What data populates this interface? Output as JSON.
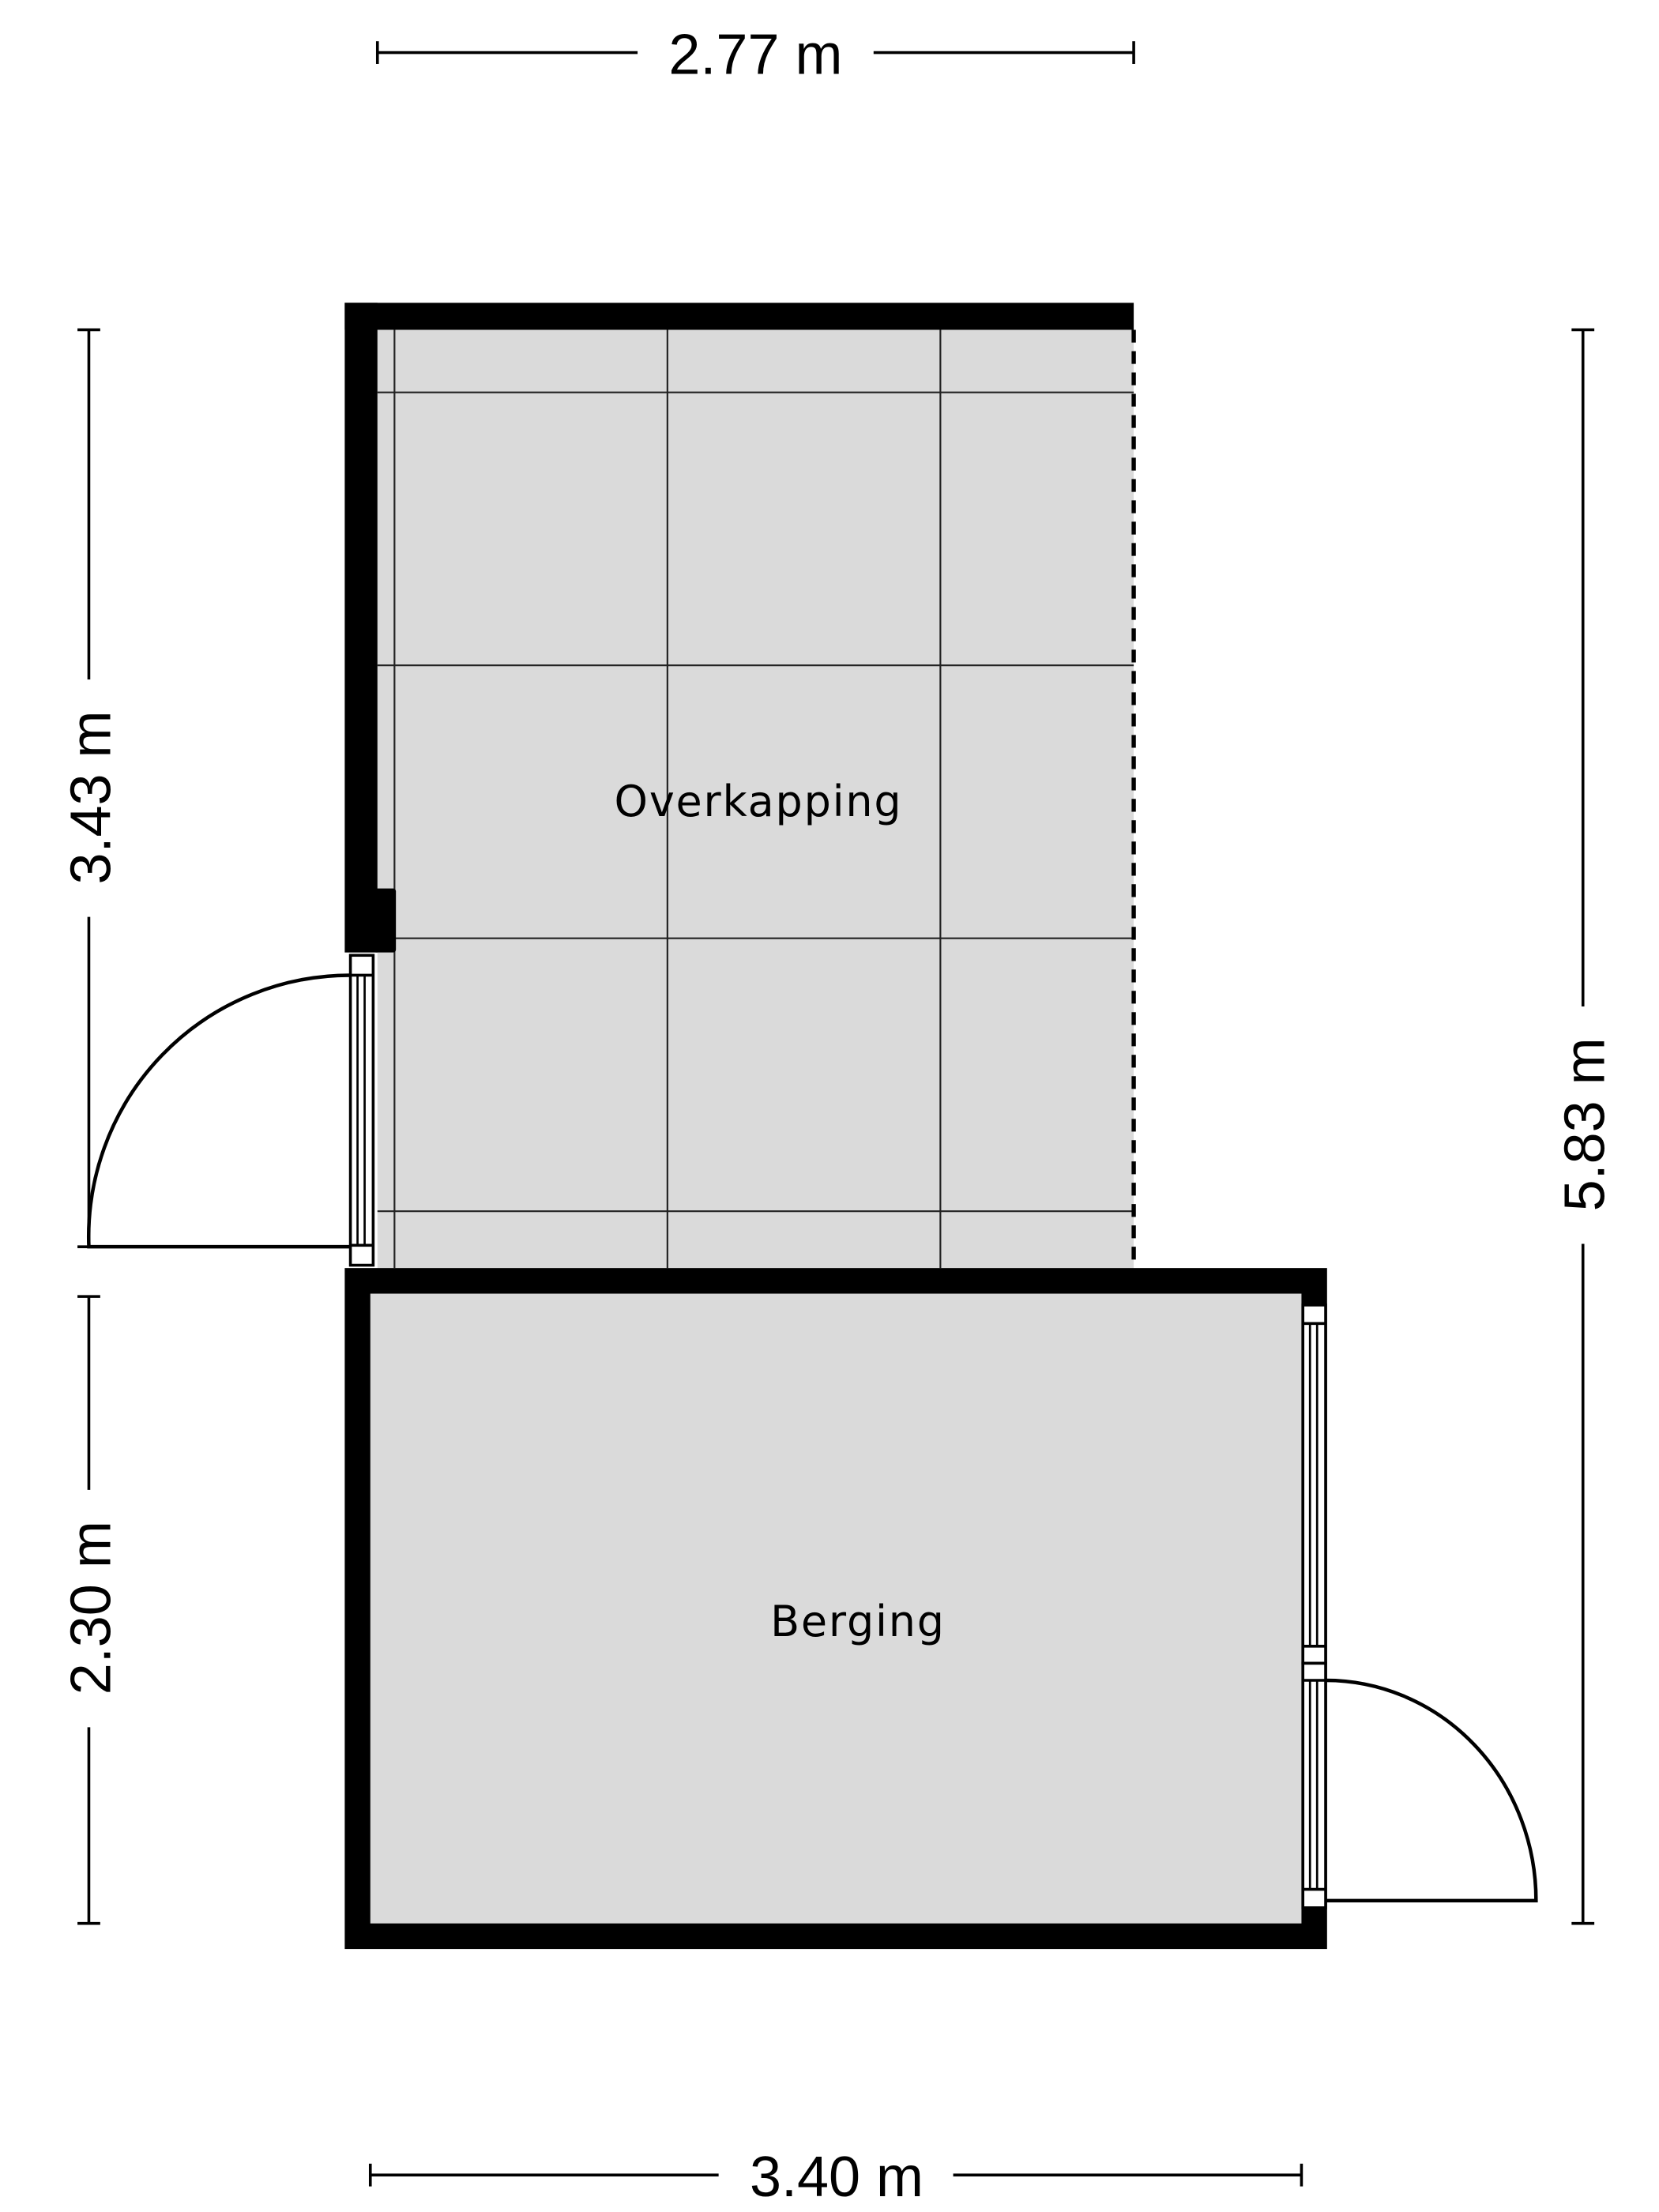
{
  "rooms": {
    "overkapping": {
      "label": "Overkapping"
    },
    "berging": {
      "label": "Berging"
    }
  },
  "dimensions": {
    "top": "2.77 m",
    "bottom": "3.40 m",
    "left_upper": "3.43 m",
    "left_lower": "2.30 m",
    "right": "5.83 m"
  },
  "colors": {
    "floor": "#dadada",
    "wall": "#000000",
    "background": "#ffffff"
  }
}
